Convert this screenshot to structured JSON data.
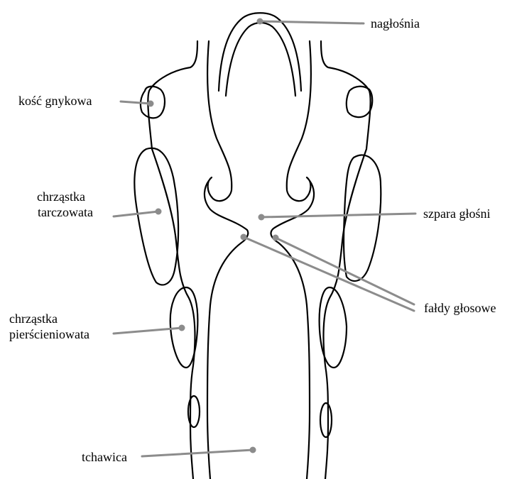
{
  "labels": {
    "epiglottis": "nagłośnia",
    "hyoid": "kość gnykowa",
    "thyroid_line1": "chrząstka",
    "thyroid_line2": "tarczowata",
    "glottis": "szpara głośni",
    "vocal_folds": "fałdy głosowe",
    "cricoid_line1": "chrząstka",
    "cricoid_line2": "pierścieniowata",
    "trachea": "tchawica"
  },
  "colors": {
    "outline": "#000000",
    "leader": "#8c8c8c",
    "background": "#ffffff"
  }
}
